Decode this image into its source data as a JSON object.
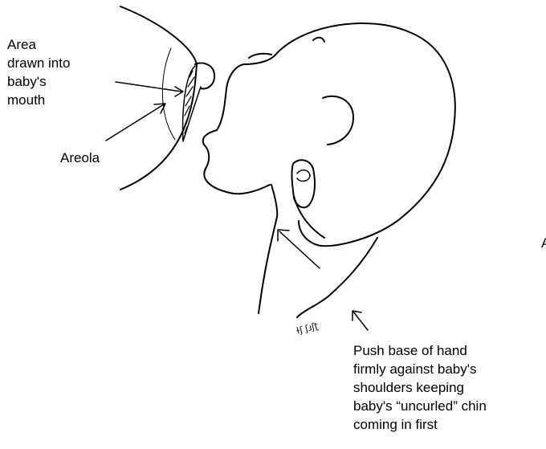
{
  "labels": {
    "area_drawn": "Area\ndrawn into\nbaby's\nmouth",
    "areola": "Areola",
    "push_instruction": "Push base of hand\nfirmly against baby's\nshoulders keeping\nbaby's “uncurled” chin\ncoming in first",
    "edge_letter": "A",
    "signature": "ɫʃ ʃɹʃʈ"
  },
  "colors": {
    "ink": "#000000",
    "background": "#ffffff"
  }
}
